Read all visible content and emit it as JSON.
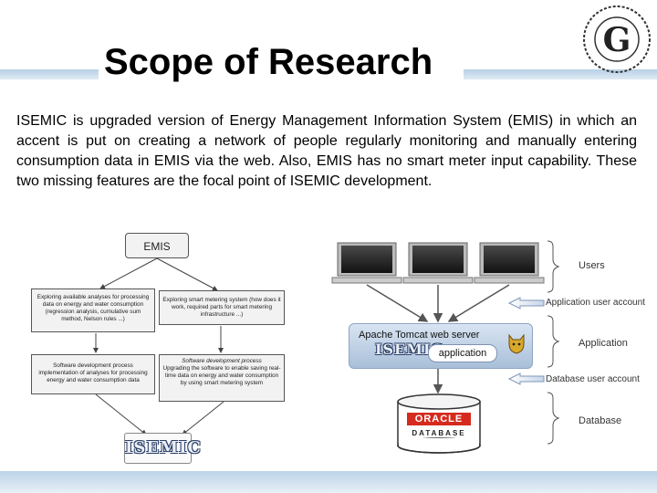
{
  "slide": {
    "title": "Scope of Research",
    "body": "ISEMIC is upgraded version of Energy Management Information System (EMIS) in which an accent is put on creating a network of people regularly monitoring and manually entering consumption data in EMIS via the web. Also, EMIS has no smart meter input capability. These two missing features are the focal point of ISEMIC development."
  },
  "logo": {
    "letter": "G"
  },
  "flowchart": {
    "top": "EMIS",
    "box_left_top": "Exploring available analyses for processing data on energy and water consumption (regression analysis, cumulative sum method, Nelson rules ...)",
    "box_right_top": "Exploring smart metering system (how does it work, required parts for smart metering infrastructure ...)",
    "box_left_bottom": "Software development process implementation of analyses for processing energy and water consumption data",
    "box_right_bottom_title": "Software development process",
    "box_right_bottom": "Upgrading the software to enable saving real-time data on energy and water consumption by using smart metering system",
    "result": "ISEMIC"
  },
  "architecture": {
    "server_title": "Apache Tomcat web server",
    "isemic_label": "ISEMIC",
    "app_label": "application",
    "oracle_label": "ORACLE",
    "database_label": "DATABASE",
    "labels": {
      "users": "Users",
      "app_user_account": "Application user account",
      "application": "Application",
      "db_user_account": "Database user account",
      "database": "Database"
    }
  }
}
